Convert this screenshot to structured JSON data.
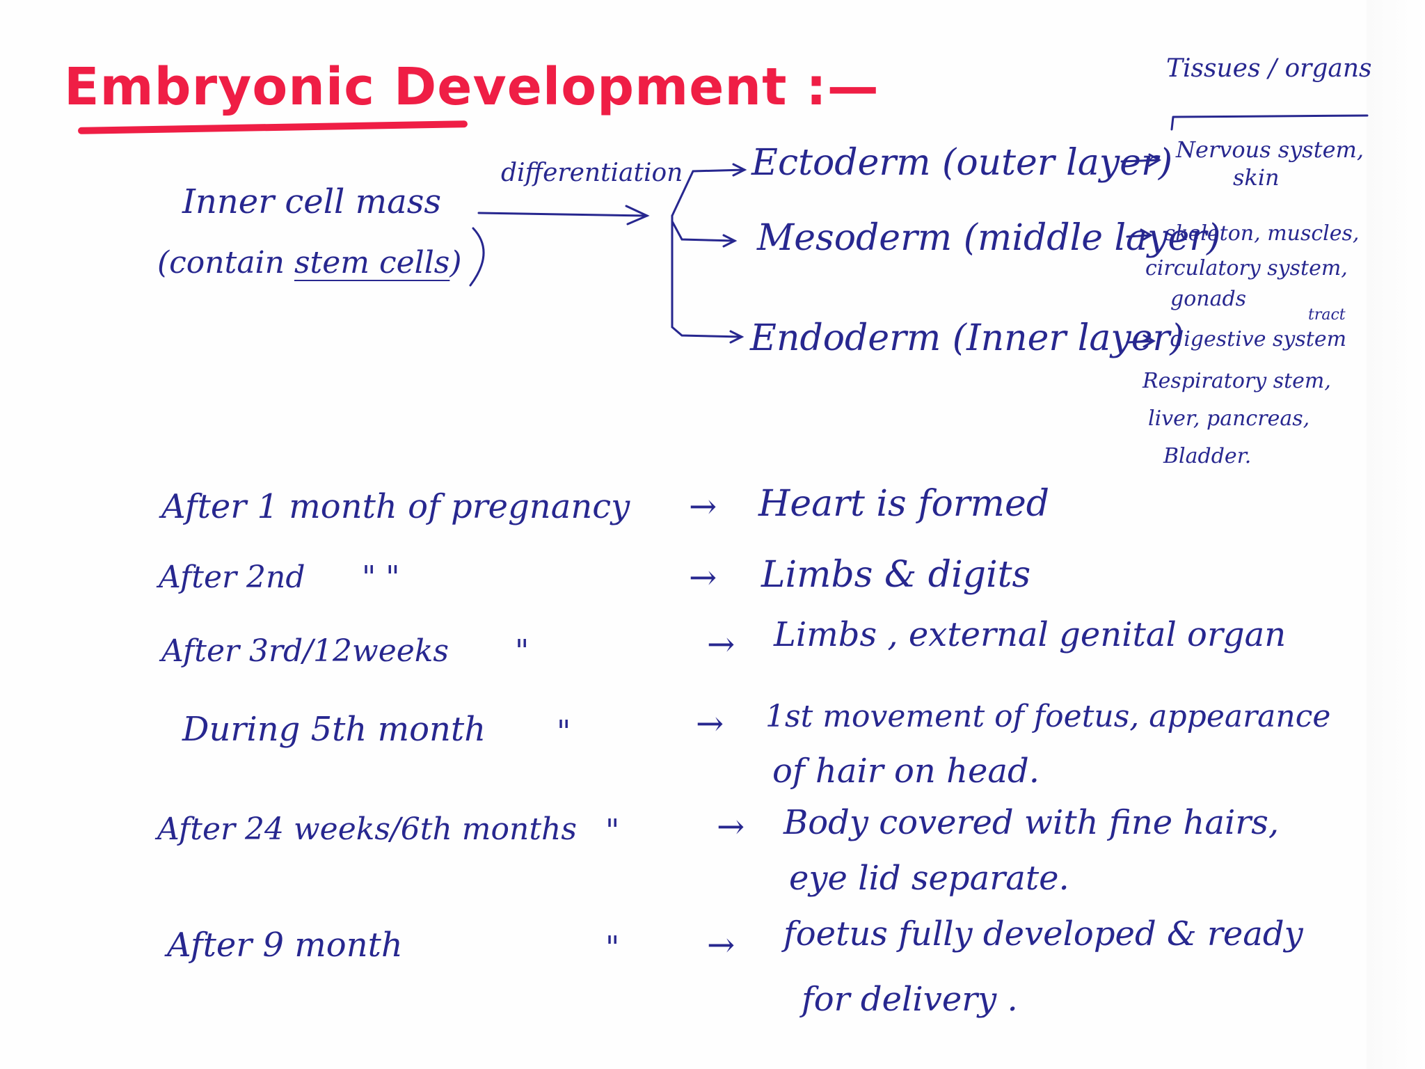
{
  "title": "Embryonic Development :—",
  "corner_label": "Tissues / organs",
  "inner_cell_mass": {
    "line1": "Inner cell mass",
    "line2_prefix": "(contain ",
    "stem_cells": "stem cells",
    "line2_suffix": ")"
  },
  "differentiation_label": "differentiation",
  "germ_layers": [
    {
      "name": "Ectoderm (outer layer)",
      "organs": [
        "Nervous system,",
        "skin"
      ]
    },
    {
      "name": "Mesoderm (middle layer)",
      "organs": [
        "skeleton, muscles,",
        "circulatory system,",
        "gonads"
      ]
    },
    {
      "name": "Endoderm (Inner layer)",
      "organs": [
        "digestive system",
        "Respiratory stem,",
        "liver, pancreas,",
        "Bladder."
      ],
      "overwrite": "tract"
    }
  ],
  "timeline": [
    {
      "when": "After 1 month of pregnancy",
      "mark": "",
      "event": [
        "Heart is formed"
      ]
    },
    {
      "when": "After 2nd",
      "mark": "\"      \"",
      "event": [
        "Limbs & digits"
      ]
    },
    {
      "when": "After 3rd/12weeks",
      "mark": "\"",
      "event": [
        "Limbs , external genital organ"
      ]
    },
    {
      "when": "During 5th month",
      "mark": "\"",
      "event": [
        "1st movement of foetus, appearance",
        "of hair on head."
      ]
    },
    {
      "when": "After 24 weeks/6th months",
      "mark": "\"",
      "event": [
        "Body covered with fine hairs,",
        "eye lid separate."
      ]
    },
    {
      "when": "After 9 month",
      "mark": "\"",
      "event": [
        "foetus fully developed & ready",
        "for delivery ."
      ]
    }
  ],
  "arrow_glyph": "→",
  "colors": {
    "title": "#ef1e45",
    "ink": "#27278f"
  }
}
